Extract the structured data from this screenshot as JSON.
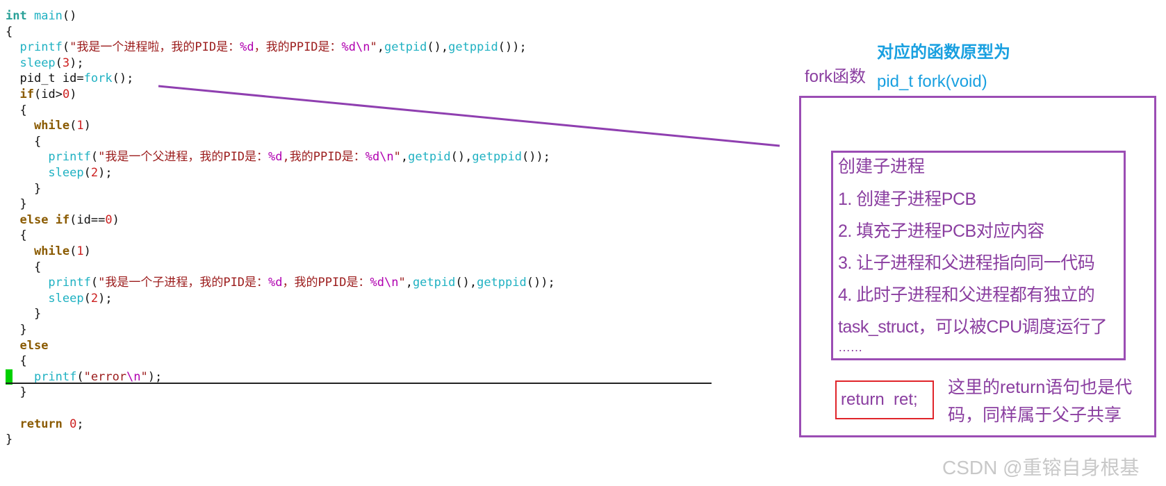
{
  "code": {
    "lines": [
      [
        "int",
        " ",
        "main",
        "()"
      ],
      [
        "{"
      ],
      [
        "  ",
        "printf",
        "(",
        "\"我是一个进程啦，我的PID是：",
        "%d",
        "，我的PPID是：",
        "%d\\n",
        "\"",
        ",",
        "getpid",
        "(),",
        "getppid",
        "());"
      ],
      [
        "  ",
        "sleep",
        "(",
        "3",
        ");"
      ],
      [
        "  ",
        "pid_t",
        " ",
        "id",
        "=",
        "fork",
        "();"
      ],
      [
        "  ",
        "if",
        "(",
        "id",
        ">",
        "0",
        ")"
      ],
      [
        "  {"
      ],
      [
        "    ",
        "while",
        "(",
        "1",
        ")"
      ],
      [
        "    {"
      ],
      [
        "      ",
        "printf",
        "(",
        "\"我是一个父进程，我的PID是：",
        "%d",
        ",我的PPID是：",
        "%d\\n",
        "\"",
        ",",
        "getpid",
        "(),",
        "getppid",
        "());"
      ],
      [
        "      ",
        "sleep",
        "(",
        "2",
        ");"
      ],
      [
        "    }"
      ],
      [
        "  }"
      ],
      [
        "  ",
        "else",
        " ",
        "if",
        "(",
        "id",
        "==",
        "0",
        ")"
      ],
      [
        "  {"
      ],
      [
        "    ",
        "while",
        "(",
        "1",
        ")"
      ],
      [
        "    {"
      ],
      [
        "      ",
        "printf",
        "(",
        "\"我是一个子进程，我的PID是：",
        "%d",
        "，我的PPID是：",
        "%d\\n",
        "\"",
        ",",
        "getpid",
        "(),",
        "getppid",
        "());"
      ],
      [
        "      ",
        "sleep",
        "(",
        "2",
        ");"
      ],
      [
        "    }"
      ],
      [
        "  }"
      ],
      [
        "  ",
        "else"
      ],
      [
        "  {"
      ],
      [
        "    ",
        "printf",
        "(",
        "\"error",
        "\\n",
        "\"",
        ");"
      ],
      [
        "  }"
      ],
      [
        ""
      ],
      [
        "  ",
        "return",
        " ",
        "0",
        ";"
      ],
      [
        "}"
      ]
    ],
    "kinds": [
      [
        "kw-int",
        "punc",
        "fn",
        "punc"
      ],
      [
        "punc"
      ],
      [
        "punc",
        "fn",
        "punc",
        "str",
        "fmt",
        "str",
        "fmt",
        "str",
        "punc",
        "fn",
        "punc",
        "fn",
        "punc"
      ],
      [
        "punc",
        "fn",
        "punc",
        "num",
        "punc"
      ],
      [
        "punc",
        "ident",
        "punc",
        "ident",
        "punc",
        "fn",
        "punc"
      ],
      [
        "punc",
        "kw-ctrl",
        "punc",
        "ident",
        "punc",
        "num",
        "punc"
      ],
      [
        "punc"
      ],
      [
        "punc",
        "kw-ctrl",
        "punc",
        "num",
        "punc"
      ],
      [
        "punc"
      ],
      [
        "punc",
        "fn",
        "punc",
        "str",
        "fmt",
        "str",
        "fmt",
        "str",
        "punc",
        "fn",
        "punc",
        "fn",
        "punc"
      ],
      [
        "punc",
        "fn",
        "punc",
        "num",
        "punc"
      ],
      [
        "punc"
      ],
      [
        "punc"
      ],
      [
        "punc",
        "kw-ctrl",
        "punc",
        "kw-ctrl",
        "punc",
        "ident",
        "punc",
        "num",
        "punc"
      ],
      [
        "punc"
      ],
      [
        "punc",
        "kw-ctrl",
        "punc",
        "num",
        "punc"
      ],
      [
        "punc"
      ],
      [
        "punc",
        "fn",
        "punc",
        "str",
        "fmt",
        "str",
        "fmt",
        "str",
        "punc",
        "fn",
        "punc",
        "fn",
        "punc"
      ],
      [
        "punc",
        "fn",
        "punc",
        "num",
        "punc"
      ],
      [
        "punc"
      ],
      [
        "punc"
      ],
      [
        "punc",
        "kw-ctrl"
      ],
      [
        "punc"
      ],
      [
        "punc",
        "fn",
        "punc",
        "str",
        "fmt",
        "str",
        "punc"
      ],
      [
        "punc"
      ],
      [
        "punc"
      ],
      [
        "punc",
        "kw-ctrl",
        "punc",
        "num",
        "punc"
      ],
      [
        "punc"
      ]
    ]
  },
  "annotation": {
    "prototype_caption": "对应的函数原型为",
    "fork_label": "fork函数",
    "signature": "pid_t fork(void)",
    "inner_title": "创建子进程",
    "steps": [
      "1. 创建子进程PCB",
      "2. 填充子进程PCB对应内容",
      "3. 让子进程和父进程指向同一代码",
      "4. 此时子进程和父进程都有独立的",
      "task_struct，可以被CPU调度运行了",
      "……"
    ],
    "return_code": "return  ret;",
    "return_note_line1": "这里的return语句也是代",
    "return_note_line2": "码，同样属于父子共享"
  },
  "watermark": "CSDN @重镕自身根基",
  "colors": {
    "accent_purple": "#9b4db4",
    "accent_blue": "#19a0e0",
    "return_border": "#e0242a",
    "cursor": "#00d000"
  }
}
